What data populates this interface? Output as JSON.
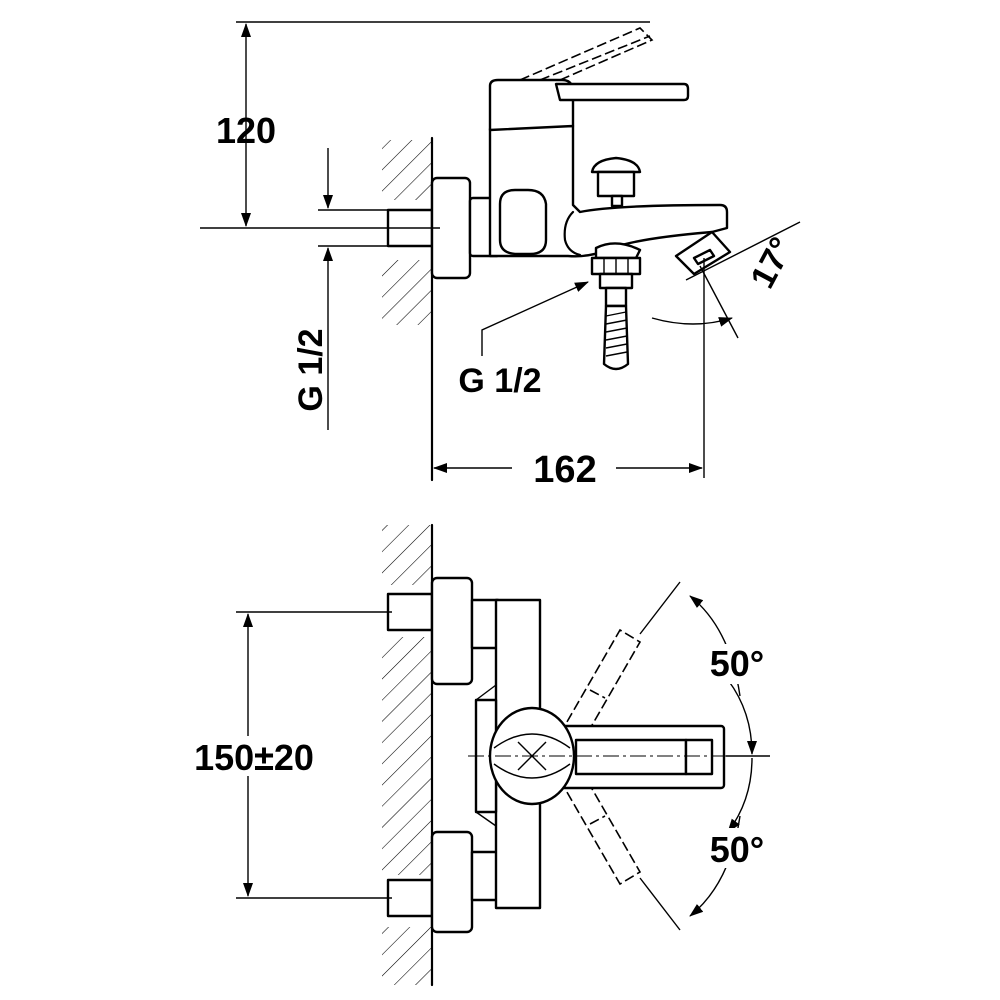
{
  "side_view": {
    "height_dim": "120",
    "wall_thread_dim": "G 1/2",
    "outlet_thread_dim": "G 1/2",
    "depth_dim": "162",
    "spout_angle_dim": "17°"
  },
  "top_view": {
    "connection_spacing_dim": "150±20",
    "lever_angle_up_dim": "50°",
    "lever_angle_down_dim": "50°"
  }
}
